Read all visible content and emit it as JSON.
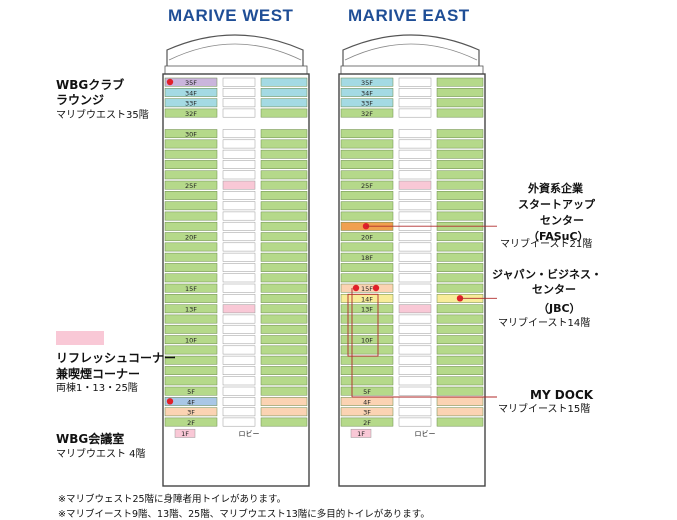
{
  "buildings": {
    "west": {
      "title": "MARIVE WEST",
      "floor_labels": {
        "35": "35F",
        "34": "34F",
        "33": "33F",
        "32": "32F",
        "30": "30F",
        "25": "25F",
        "20": "20F",
        "15": "15F",
        "13": "13F",
        "10": "10F",
        "5": "5F",
        "4": "4F",
        "3": "3F",
        "2": "2F",
        "1": "1F"
      },
      "lobby": "ロビー"
    },
    "east": {
      "title": "MARIVE EAST",
      "floor_labels": {
        "35": "35F",
        "34": "34F",
        "33": "33F",
        "32": "32F",
        "25": "25F",
        "20": "20F",
        "18": "18F",
        "15": "15F",
        "14": "14F",
        "13": "13F",
        "10": "10F",
        "5": "5F",
        "4": "4F",
        "3": "3F",
        "2": "2F",
        "1": "1F"
      },
      "lobby": "ロビー"
    }
  },
  "legend_colors": {
    "office": "#b5d98a",
    "lounge": "#cab5dc",
    "cyan": "#a4dae3",
    "pink": "#f9c8d6",
    "orange": "#f0a050",
    "peach": "#fbd3b3",
    "yellow": "#f8ec99",
    "blue": "#a9c7e6",
    "marker": "#e0202a"
  },
  "labels_left": {
    "wbg_lounge_title_1": "WBGクラブ",
    "wbg_lounge_title_2": "ラウンジ",
    "wbg_lounge_sub": "マリブウエスト35階",
    "refresh_title_1": "リフレッシュコーナー",
    "refresh_title_2": "兼喫煙コーナー",
    "refresh_sub": "両棟1・13・25階",
    "meeting_title": "WBG会議室",
    "meeting_sub": "マリブウエスト 4階"
  },
  "labels_right": {
    "fasuc_1": "外資系企業",
    "fasuc_2": "スタートアップ",
    "fasuc_3": "センター",
    "fasuc_4": "（FASuC）",
    "fasuc_sub": "マリブイースト21階",
    "jbc_1": "ジャパン・ビジネス・",
    "jbc_2": "センター",
    "jbc_3": "（JBC）",
    "jbc_sub": "マリブイースト14階",
    "mydock_title": "MY DOCK",
    "mydock_sub": "マリブイースト15階"
  },
  "notes": [
    "※マリブウェスト25階に身障者用トイレがあります。",
    "※マリブイースト9階、13階、25階、マリブウエスト13階に多目的トイレがあります。"
  ]
}
